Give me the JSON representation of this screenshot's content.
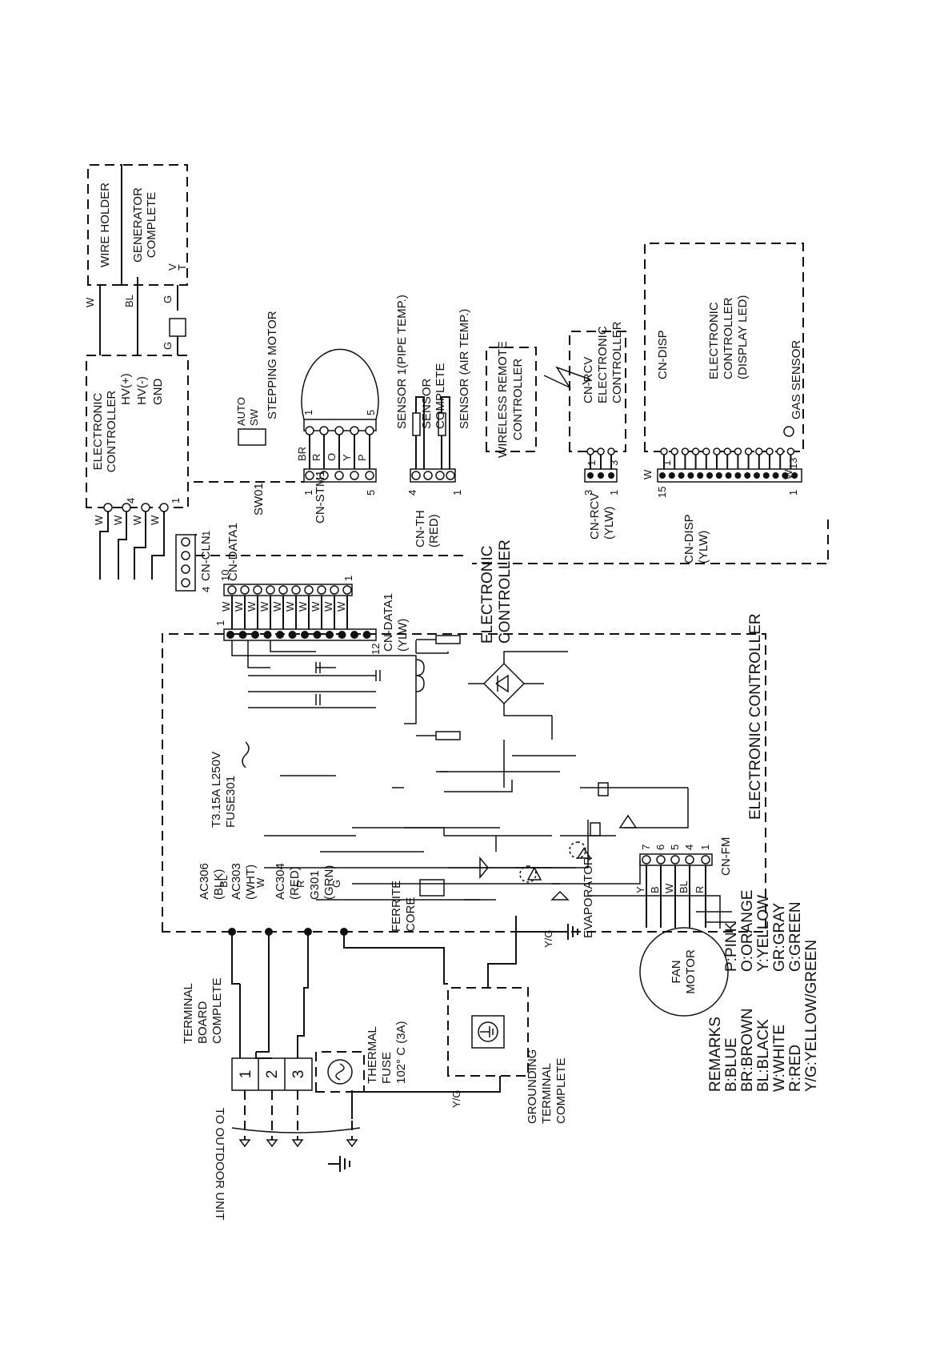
{
  "wire_holder": {
    "label": "WIRE HOLDER"
  },
  "generator": {
    "line1": "GENERATOR",
    "line2": "COMPLETE",
    "pin_v": "V",
    "pin_t": "T"
  },
  "hv_controller": {
    "line1": "ELECTRONIC",
    "line2": "CONTROLLER",
    "terminals": [
      "HV(+)",
      "HV(-)",
      "GND"
    ],
    "pin_first": "4",
    "pin_last": "1"
  },
  "hv_wires": {
    "w": "W",
    "bl": "BL",
    "g1": "G",
    "g2": "G"
  },
  "cn_cln": {
    "label": "CN-CLN",
    "pin_first": "4",
    "pin_last": "1",
    "wires": [
      "W",
      "W",
      "W",
      "W"
    ]
  },
  "sw01": {
    "label": "SW01",
    "auto_line1": "AUTO",
    "auto_line2": "SW"
  },
  "stepping_motor": {
    "label": "STEPPING MOTOR",
    "wires": [
      "BR",
      "R",
      "O",
      "Y",
      "P"
    ],
    "pin_first": "1",
    "pin_last": "5"
  },
  "cn_stm1": {
    "label": "CN-STM1",
    "pin_first": "1",
    "pin_last": "5"
  },
  "sensor": {
    "pipe": "SENSOR 1(PIPE TEMP.)",
    "complete_line1": "SENSOR",
    "complete_line2": "COMPLETE",
    "air": "SENSOR (AIR TEMP.)"
  },
  "cn_th": {
    "label": "CN-TH",
    "color": "(RED)",
    "pin_first": "4",
    "pin_last": "1"
  },
  "remote": {
    "line1": "WIRELESS REMOTE",
    "line2": "CONTROLLER"
  },
  "cn_rcv_board": {
    "conn": "CN-RCV",
    "line1": "ELECTRONIC",
    "line2": "CONTROLLER",
    "pin_first": "1",
    "pin_last": "3"
  },
  "cn_rcv": {
    "label": "CN-RCV",
    "color": "(YLW)",
    "pin_first": "3",
    "pin_last": "1"
  },
  "display_board": {
    "conn": "CN-DISP",
    "line1": "ELECTRONIC",
    "line2": "CONTROLLER",
    "line3": "(DISPLAY LED)",
    "pin_first": "1",
    "pin_last": "13",
    "gas_sensor": "GAS SENSOR",
    "w1": "W",
    "w2": "W"
  },
  "cn_disp": {
    "label": "CN-DISP",
    "color": "(YLW)",
    "pin_first": "15",
    "pin_last": "1"
  },
  "electronic_controller_1": {
    "line1": "ELECTRONIC",
    "line2": "CONTROLLER"
  },
  "cn_data1_top": {
    "label": "CN-DATA1",
    "pin_first": "10",
    "pin_last": "1",
    "wires": [
      "W",
      "W",
      "W",
      "W",
      "W",
      "W",
      "W",
      "W",
      "W",
      "W"
    ]
  },
  "cn_data1_bottom": {
    "label": "CN-DATA1",
    "color": "(YLW)",
    "pin_first": "1",
    "pin_last": "12"
  },
  "main_controller": {
    "label": "ELECTRONIC CONTROLLER"
  },
  "fuse": {
    "rating": "T3.15A L250V",
    "name": "FUSE301"
  },
  "ac_terminals": [
    {
      "name": "AC306",
      "color": "(BLK)",
      "wire": "BL"
    },
    {
      "name": "AC303",
      "color": "(WHT)",
      "wire": "W"
    },
    {
      "name": "AC304",
      "color": "(RED)",
      "wire": "R"
    },
    {
      "name": "G301",
      "color": "(GRN)",
      "wire": "G"
    }
  ],
  "cn_fm": {
    "label": "CN-FM",
    "pins": [
      "7",
      "6",
      "5",
      "4",
      "1"
    ],
    "wires": [
      "Y",
      "B",
      "W",
      "BL",
      "R"
    ]
  },
  "fan_motor": {
    "line1": "FAN",
    "line2": "MOTOR"
  },
  "ferrite": {
    "line1": "FERRITE",
    "line2": "CORE"
  },
  "evaporator": {
    "label": "EVAPORATOR",
    "wire": "Y/G"
  },
  "grounding": {
    "line1": "GROUNDING",
    "line2": "TERMINAL",
    "line3": "COMPLETE",
    "wire": "Y/G"
  },
  "terminal_board": {
    "line1": "TERMINAL",
    "line2": "BOARD",
    "line3": "COMPLETE",
    "terminals": [
      "1",
      "2",
      "3"
    ]
  },
  "thermal_fuse": {
    "line1": "THERMAL",
    "line2": "FUSE",
    "line3": "102° C (3A)"
  },
  "outdoor": {
    "label": "TO OUTDOOR UNIT"
  },
  "remarks": {
    "title": "REMARKS",
    "col1": [
      "B:BLUE",
      "BR:BROWN",
      "BL:BLACK",
      "W:WHITE",
      "R:RED",
      "Y/G:YELLOW/GREEN"
    ],
    "col2": [
      "P:PINK",
      "O:ORANGE",
      "Y:YELLOW",
      "GR:GRAY",
      "G:GREEN"
    ]
  }
}
